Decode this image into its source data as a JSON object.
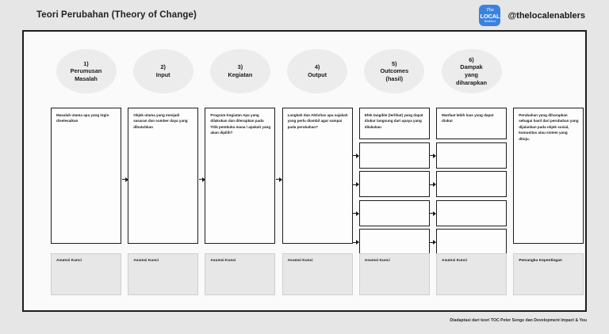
{
  "header": {
    "title": "Teori Perubahan (Theory of Change)",
    "handle": "@thelocalenablers",
    "logo": {
      "line1": "The",
      "line2": "LOCAL",
      "line3": "Enablers",
      "color": "#3b82e0"
    }
  },
  "footer": {
    "credit": "Diadaptasi dari teori TOC Peter Senge dan Development Impact & You"
  },
  "columns": [
    {
      "number": "1)",
      "title_lines": [
        "Perumusan",
        "Masalah"
      ],
      "description": "Masalah utama apa yang ingin diselesaikan",
      "extra_boxes": 0,
      "assumption": "Asumsi Kunci"
    },
    {
      "number": "2)",
      "title_lines": [
        "Input"
      ],
      "description": "Objek utama yang menjadi sasaran dan sumber daya yang dibutuhkan",
      "extra_boxes": 0,
      "assumption": "Asumsi Kunci"
    },
    {
      "number": "3)",
      "title_lines": [
        "Kegiatan"
      ],
      "description": "Program Kegiatan Apa yang dilakukan dan diterapkan pada Titik pembuka mana / apakah yang akan dipilih?",
      "extra_boxes": 0,
      "assumption": "Asumsi Kunci"
    },
    {
      "number": "4)",
      "title_lines": [
        "Output"
      ],
      "description": "Langkah dan Aktivitas apa sajakah yang perlu diambil agar sampai pada perubahan?",
      "extra_boxes": 0,
      "assumption": "Asumsi Kunci"
    },
    {
      "number": "5)",
      "title_lines": [
        "Outcomes",
        "(hasil)"
      ],
      "description": "Efek tangible (terlihat) yang dapat diukur langsung dari upaya yang dilakukan",
      "extra_boxes": 4,
      "assumption": "Asumsi Kunci"
    },
    {
      "number": "6)",
      "title_lines": [
        "Dampak",
        "yang",
        "diharapkan"
      ],
      "description": "Manfaat lebih luas yang dapat diukur",
      "extra_boxes": 4,
      "assumption": "Asumsi Kunci"
    },
    {
      "number": "",
      "title_lines": [],
      "description": "Perubahan yang diharapkan sebagai hasil dari perubahan yang dijalankan pada objek sosial, komunitas atau sistem yang dituju.",
      "extra_boxes": 0,
      "assumption": "Pemangku Kepentingan"
    }
  ]
}
